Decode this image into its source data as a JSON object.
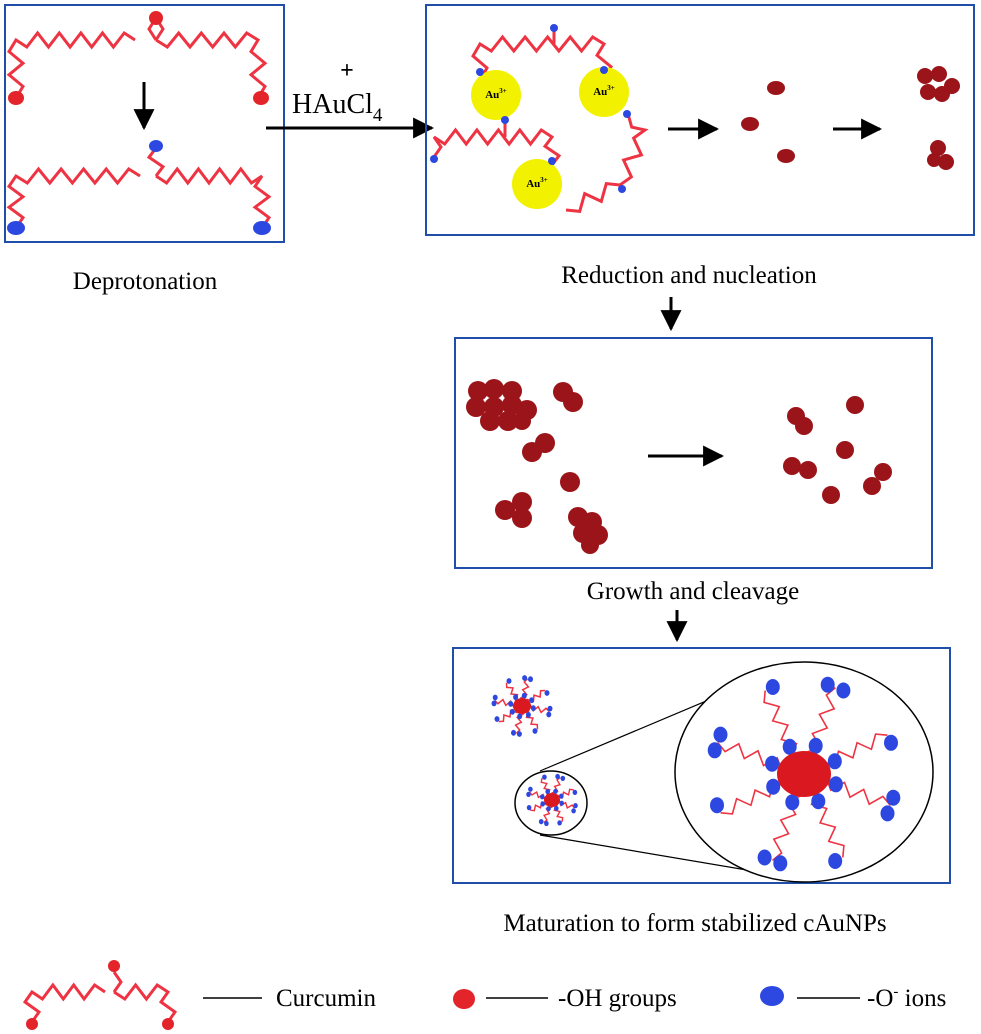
{
  "panels": {
    "deprotonation": {
      "caption": "Deprotonation"
    },
    "reduction": {
      "caption": "Reduction and nucleation",
      "ion_label": "Au",
      "ion_charge": "3+"
    },
    "growth": {
      "caption": "Growth and cleavage"
    },
    "maturation": {
      "caption": "Maturation to form stabilized cAuNPs"
    }
  },
  "reagent": {
    "plus": "+",
    "formula": "HAuCl",
    "subscript": "4"
  },
  "legend": {
    "curcumin": "Curcumin",
    "oh": "-OH groups",
    "o_ion_prefix": "-O",
    "o_ion_sup": "-",
    "o_ion_suffix": " ions"
  },
  "colors": {
    "chain": "#ee3342",
    "oh": "#e3242b",
    "o_ion": "#2d48e0",
    "gold_ion": "#f2f200",
    "nanoparticle": "#9b1419",
    "box": "#1f4fa8",
    "core": "#d9191f"
  }
}
